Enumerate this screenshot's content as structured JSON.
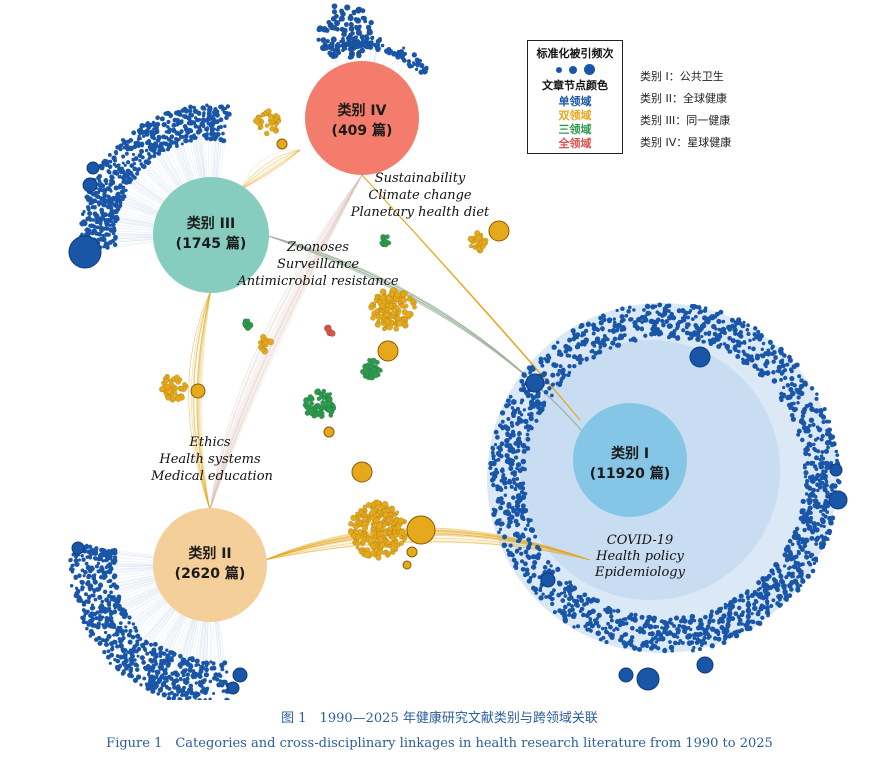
{
  "hubs": [
    {
      "id": "I",
      "title": "类别 I",
      "count": "(11920 篇)",
      "color": "#85c5e6"
    },
    {
      "id": "II",
      "title": "类别 II",
      "count": "(2620 篇)",
      "color": "#f5cf9a"
    },
    {
      "id": "III",
      "title": "类别 III",
      "count": "(1745 篇)",
      "color": "#86cdbf"
    },
    {
      "id": "IV",
      "title": "类别 IV",
      "count": "(409 篇)",
      "color": "#f47c6c"
    }
  ],
  "topics": {
    "iv": [
      "Sustainability",
      "Climate change",
      "Planetary health diet"
    ],
    "iii": [
      "Zoonoses",
      "Surveillance",
      "Antimicrobial resistance"
    ],
    "ii": [
      "Ethics",
      "Health systems",
      "Medical education"
    ],
    "i": [
      "COVID-19",
      "Health policy",
      "Epidemiology"
    ]
  },
  "legend": {
    "title": "标准化被引频次",
    "subtitle": "文章节点颜色",
    "entries": [
      {
        "label": "单领域",
        "color": "#1a56a8"
      },
      {
        "label": "双领域",
        "color": "#e5a91b"
      },
      {
        "label": "三领域",
        "color": "#2e9a4e"
      },
      {
        "label": "全领域",
        "color": "#d9534f"
      }
    ]
  },
  "categories": [
    "类别 I：公共卫生",
    "类别 II：全球健康",
    "类别 III：同一健康",
    "类别 IV：星球健康"
  ],
  "caption": {
    "zh": "图 1　1990—2025 年健康研究文献类别与跨领域关联",
    "en": "Figure 1　Categories and cross-disciplinary linkages in health research literature from 1990 to 2025"
  },
  "colors": {
    "single": "#1a56a8",
    "dual": "#e5a91b",
    "triple": "#2e9a4e",
    "all": "#d9534f"
  }
}
